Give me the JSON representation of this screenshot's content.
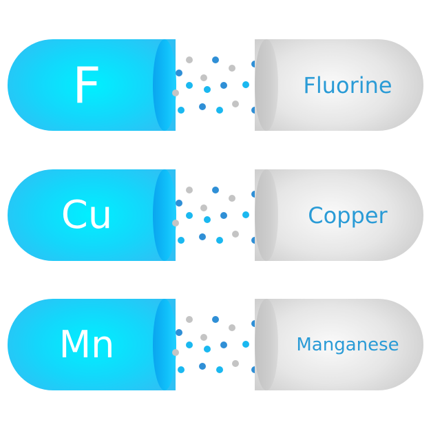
{
  "colors": {
    "capsule_blue": "#14d6fb",
    "capsule_gray": "#e6e6e6",
    "label_text": "#2a9bd6",
    "symbol_text": "#ffffff",
    "dot_gray": "#c4c4c4",
    "dot_cyan": "#1ab8f0",
    "dot_dark": "#2f8fd6"
  },
  "capsules": [
    {
      "symbol": "F",
      "name": "Fluorine"
    },
    {
      "symbol": "Cu",
      "name": "Copper"
    },
    {
      "symbol": "Mn",
      "name": "Manganese"
    }
  ]
}
